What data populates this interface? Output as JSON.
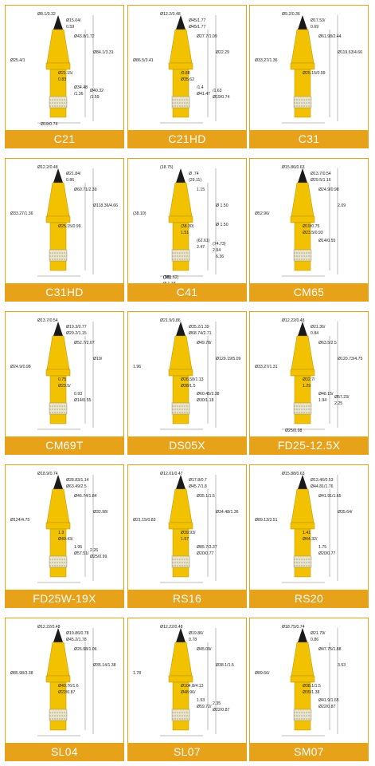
{
  "products": [
    {
      "name": "C21",
      "dims": [
        "Ø8.1/0.32",
        "Ø15.04/",
        "0.59",
        "Ø43.8/1.72",
        "Ø25.4/1",
        "Ø84.1/3.31",
        "Ø21.15/",
        "0.83",
        "Ø34.48",
        "/1.36",
        "Ø40.32",
        "/1.59",
        "Ø19/0.74"
      ]
    },
    {
      "name": "C21HD",
      "dims": [
        "Ø12.2/0.48",
        "Ø45/1.77",
        "Ø45/1.77",
        "Ø27.7/1.09",
        "Ø86.5/3.41",
        "Ø22.29",
        "/0.88",
        "Ø35.62",
        "/1.4",
        "Ø41.47",
        "/1.63",
        "Ø19/0.74"
      ]
    },
    {
      "name": "C31",
      "dims": [
        "Ø9.2/0.36",
        "Ø17.53/",
        "0.69",
        "Ø61.98/2.44",
        "Ø33.27/1.36",
        "Ø119.63/4.66",
        "Ø25.15/0.99"
      ]
    },
    {
      "name": "C31HD",
      "dims": [
        "Ø12.2/0.48",
        "Ø21.84/",
        "0.86",
        "Ø60.71/2.39",
        "Ø33.27/1.36",
        "Ø118.36/4.66",
        "Ø25.15/0.99"
      ]
    },
    {
      "name": "C41",
      "dims": [
        "(18.75)",
        "Ø .74",
        "(29.11)",
        "1.15",
        "(38.10)",
        "Ø 1.50",
        "(38.30)",
        "1.51",
        "(62.61)",
        "2.47",
        "(74.73)",
        "2.94",
        "(161.62)",
        "6.36",
        "(38)",
        "Ø 1.50",
        "(30)",
        "Ø 1.18"
      ]
    },
    {
      "name": "CM65",
      "dims": [
        "Ø15.86/0.63",
        "Ø13.7/0.54",
        "Ø29.5/1.16",
        "Ø24.9/0.98",
        "Ø52.96/",
        "2.09",
        "Ø19/0.75",
        "Ø23.5/0.93",
        "Ø14/0.55"
      ]
    },
    {
      "name": "CM69T",
      "dims": [
        "Ø13.7/0.54",
        "Ø19.3/0.77",
        "Ø29.2/1.15",
        "Ø52.7/2.07",
        "Ø24.9/0.98",
        "Ø19/",
        "0.75",
        "Ø23.5/",
        "0.93",
        "Ø14/0.55"
      ]
    },
    {
      "name": "DS05X",
      "dims": [
        "Ø21.9/0.86",
        "Ø35.2/1.39",
        "Ø68.74/2.71",
        "Ø49.78/",
        "1.96",
        "Ø129.19/5.09",
        "Ø26.58/1.13",
        "Ø38/1.5",
        "Ø60.45/2.38",
        "Ø30/1.18"
      ]
    },
    {
      "name": "FD25-12.5X",
      "dims": [
        "Ø12.22/0.48",
        "Ø21.36/",
        "0.84",
        "Ø63.5/2.5",
        "Ø33.27/1.31",
        "Ø120.73/4.75",
        "Ø32.7/",
        "1.29",
        "Ø48.15/",
        "1.94",
        "Ø57.23/",
        "2.25",
        "Ø25/0.98"
      ]
    },
    {
      "name": "FD25W-19X",
      "dims": [
        "Ø18.9/0.74",
        "Ø28.83/1.14",
        "Ø63.49/2.5",
        "Ø46.74/1.84",
        "Ø124/4.75",
        "Ø32.98/",
        "1.3",
        "Ø49.43/",
        "1.95",
        "Ø57.51/",
        "2.26",
        "Ø25/0.99"
      ]
    },
    {
      "name": "RS16",
      "dims": [
        "Ø12.01/0.47",
        "Ø17.8/0.7",
        "Ø45.7/1.8",
        "Ø35.1/1.5",
        "Ø21.15/0.83",
        "Ø34.48/1.36",
        "Ø39.93/",
        "1.57",
        "Ø85.7/3.37",
        "Ø20/0.77"
      ]
    },
    {
      "name": "RS20",
      "dims": [
        "Ø15.88/0.63",
        "Ø13.46/0.53",
        "Ø44.81/1.76",
        "Ø41.91/1.65",
        "Ø89.13/3.51",
        "Ø35.64/",
        "1.41",
        "Ø44.32/",
        "1.75",
        "Ø20/0.77"
      ]
    },
    {
      "name": "SL04",
      "dims": [
        "Ø12.22/0.48",
        "Ø19.86/0.78",
        "Ø45.2/1.78",
        "Ø26.98/1.06",
        "Ø85.98/3.38",
        "Ø35.14/1.38",
        "Ø40.76/1.6",
        "Ø22/0.87"
      ]
    },
    {
      "name": "SL07",
      "dims": [
        "Ø12.22/0.48",
        "Ø19.86/",
        "0.78",
        "Ø45.09/",
        "1.78",
        "Ø38.1/1.5",
        "Ø104.8/4.13",
        "Ø48.96/",
        "1.93",
        "Ø59.72/",
        "2.35",
        "Ø22/0.87"
      ]
    },
    {
      "name": "SM07",
      "dims": [
        "Ø18.75/0.74",
        "Ø21.79/",
        "0.86",
        "Ø47.75/1.88",
        "Ø89.66/",
        "3.53",
        "Ø38.1/1.5",
        "Ø35/1.38",
        "Ø41.9/1.65",
        "Ø22/0.87"
      ]
    }
  ],
  "colors": {
    "accent": "#e8a21a",
    "pick_yellow": "#f2c200",
    "carbide_tip": "#1a1a1a",
    "band": "#e9e3c8"
  }
}
